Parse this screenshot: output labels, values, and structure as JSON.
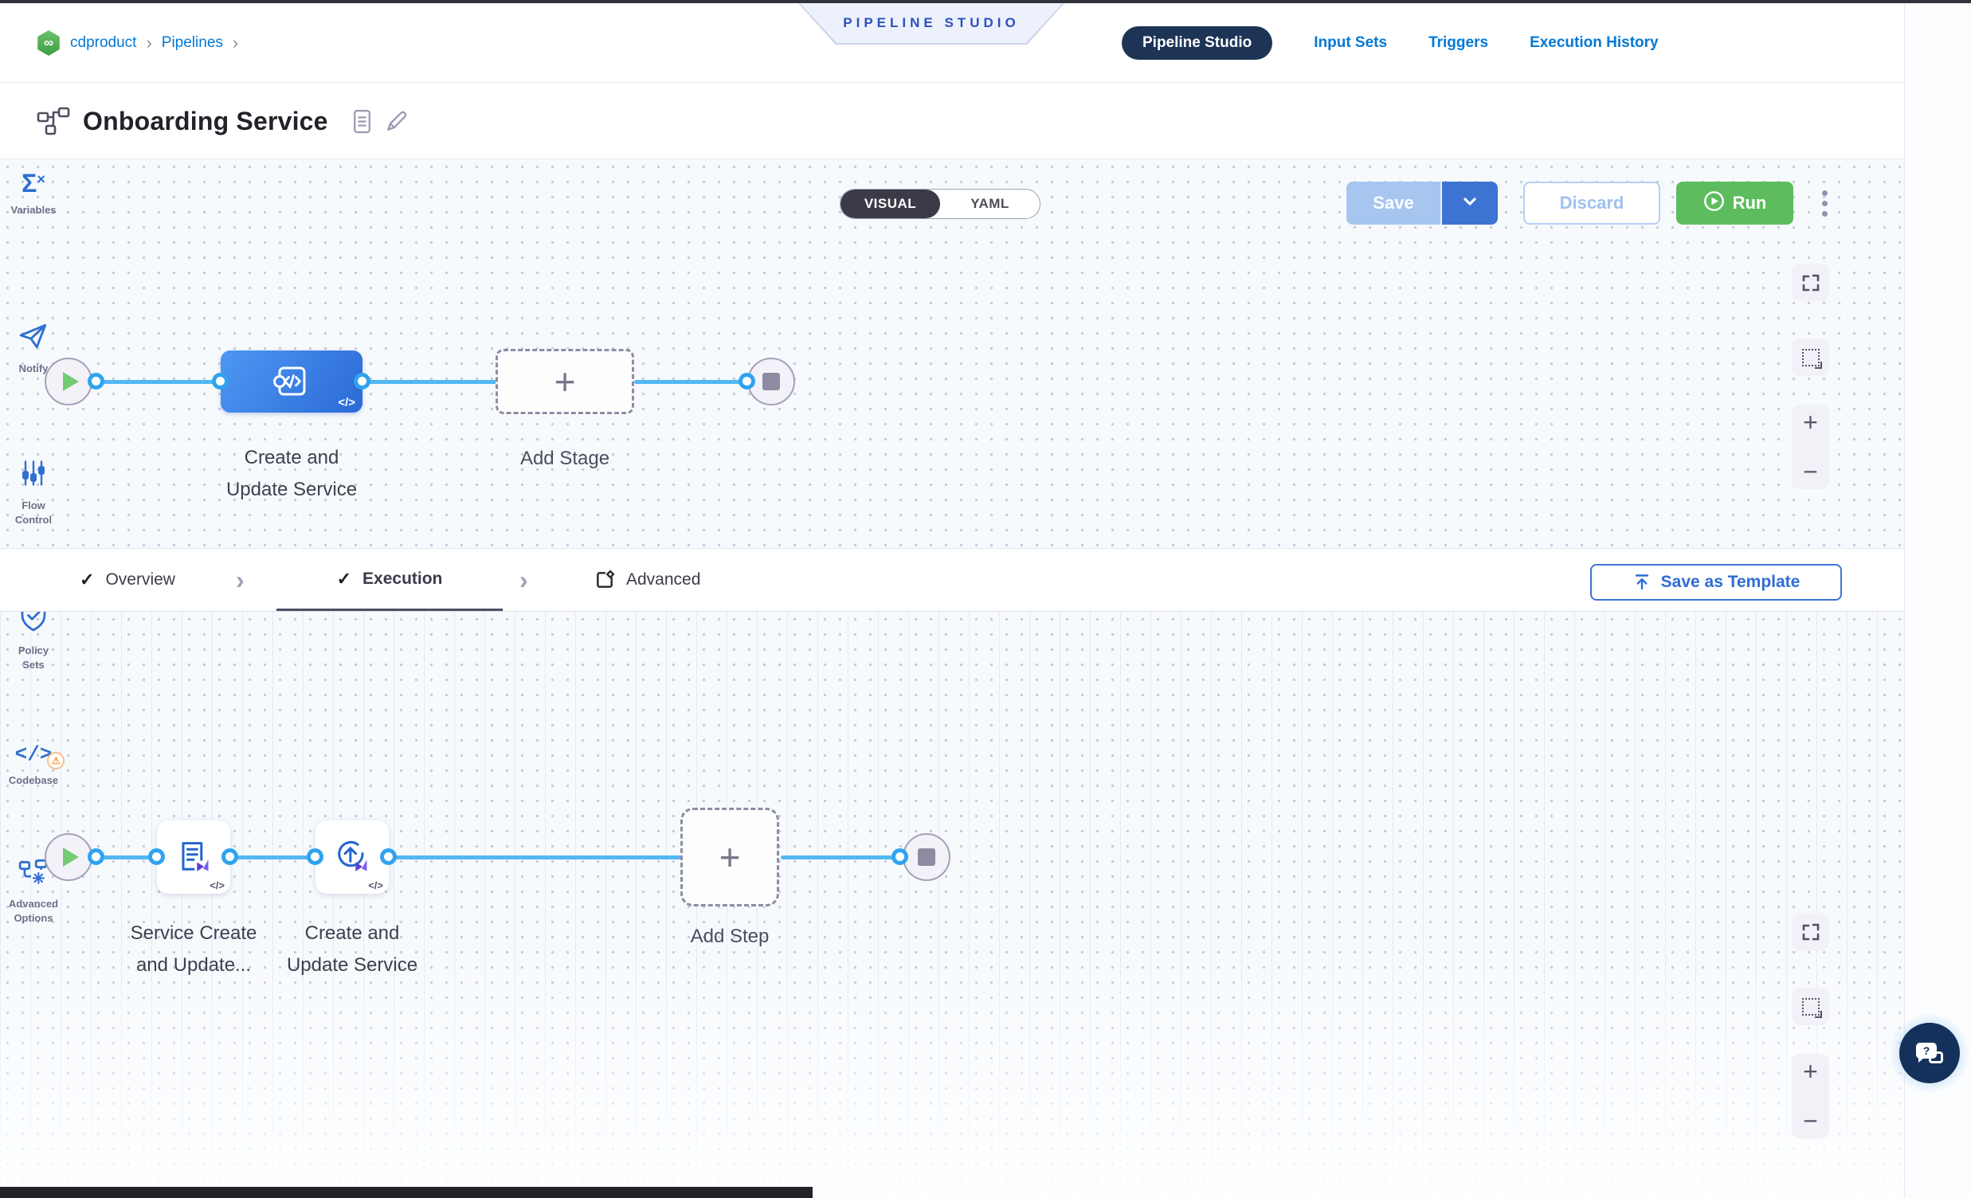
{
  "glyphs": {
    "infinity": "∞",
    "breadcrumb_sep": "›",
    "tab_sep": "›",
    "check": "✓",
    "plus": "+",
    "minus": "−",
    "code": "</>",
    "sigma": "Σ",
    "sigma_x": "×",
    "warning": "⚠",
    "question": "?"
  },
  "top_nav": {
    "breadcrumb": {
      "project": "cdproduct",
      "section": "Pipelines"
    },
    "banner": "PIPELINE STUDIO",
    "tabs": {
      "pipeline_studio": "Pipeline Studio",
      "input_sets": "Input Sets",
      "triggers": "Triggers",
      "execution_history": "Execution History"
    }
  },
  "header": {
    "title": "Onboarding Service",
    "view_toggle": {
      "visual": "VISUAL",
      "yaml": "YAML",
      "selected": "VISUAL"
    },
    "save": "Save",
    "discard": "Discard",
    "run": "Run"
  },
  "stage_canvas": {
    "stage_label_line1": "Create and",
    "stage_label_line2": "Update Service",
    "add_stage": "Add Stage"
  },
  "stage_tabs": {
    "overview": "Overview",
    "execution": "Execution",
    "advanced": "Advanced",
    "selected": "Execution",
    "save_as_template": "Save as Template"
  },
  "execution_canvas": {
    "step1_label_line1": "Service Create",
    "step1_label_line2": "and Update...",
    "step2_label_line1": "Create and",
    "step2_label_line2": "Update Service",
    "add_step": "Add Step"
  },
  "sidebar": {
    "items": [
      {
        "label": "Variables"
      },
      {
        "label": "Notify"
      },
      {
        "label": "Flow Control"
      },
      {
        "label": "Policy Sets"
      },
      {
        "label": "Codebase"
      },
      {
        "label": "Advanced Options"
      }
    ]
  },
  "colors": {
    "primary_blue": "#0278d5",
    "navy_pill": "#1d3457",
    "run_green": "#5dbd5e",
    "save_disabled_blue": "#a6c6f0",
    "save_chevron_blue": "#3d74d3",
    "stage_node_blue": "#3b82e8",
    "connector_blue": "#53b7f3",
    "banner_text_blue": "#2d4fc0",
    "warning_orange": "#ef9d38"
  }
}
